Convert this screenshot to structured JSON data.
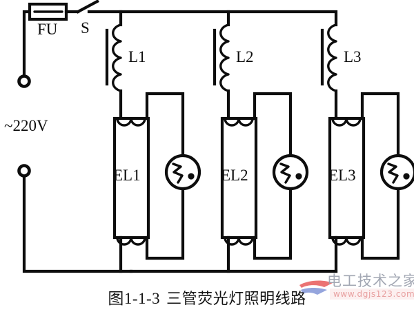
{
  "figure": {
    "caption_number": "图1-1-3",
    "caption_title": "三管荧光灯照明线路",
    "caption_full": "图1-1-3 三管荧光灯照明线路",
    "line_color": "#0d0d0d",
    "background_color": "#ffffff"
  },
  "supply": {
    "label": "~220V",
    "terminal_top_name": "live-terminal",
    "terminal_bottom_name": "neutral-terminal"
  },
  "protection": {
    "fuse_label": "FU",
    "switch_label": "S"
  },
  "ballasts": [
    {
      "label": "L1"
    },
    {
      "label": "L2"
    },
    {
      "label": "L3"
    }
  ],
  "lamps": [
    {
      "label": "EL1"
    },
    {
      "label": "EL2"
    },
    {
      "label": "EL3"
    }
  ],
  "starters": [
    {
      "name": "starter-1"
    },
    {
      "name": "starter-2"
    },
    {
      "name": "starter-3"
    }
  ],
  "watermark": {
    "site_name": "电工技术之家",
    "url": "www.dgjs123.com",
    "text_color": "#9ba0ad",
    "url_color": "#e8a0a0"
  }
}
